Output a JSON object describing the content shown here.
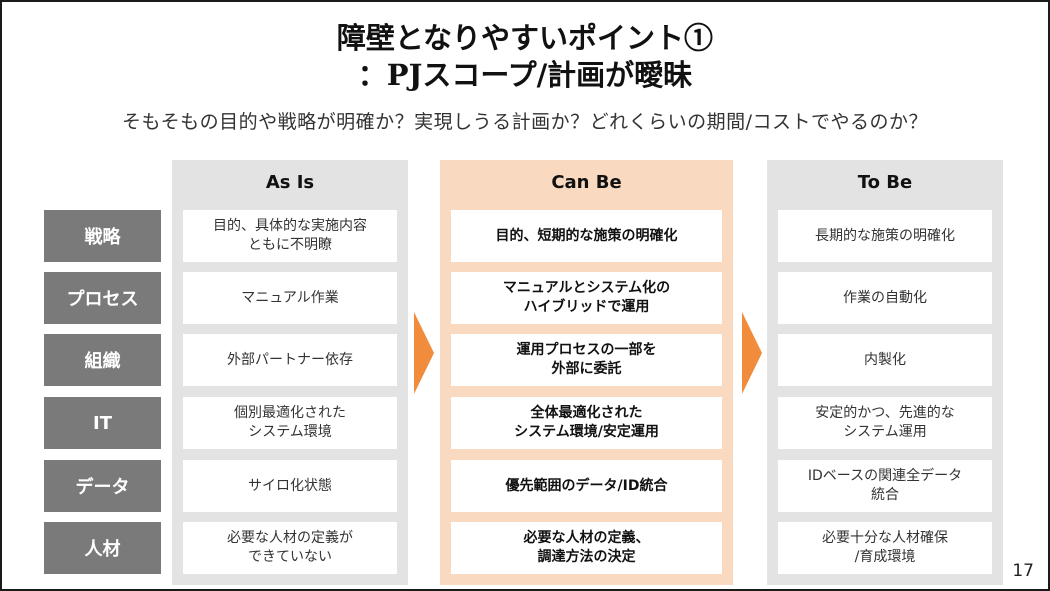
{
  "title": {
    "line1": "障壁となりやすいポイント①",
    "line2": "：PJスコープ/計画が曖昧"
  },
  "subtitle": "そもそもの目的や戦略が明確か？実現しうる計画か？どれくらいの期間/コストでやるのか？",
  "columns": {
    "as_is": "As Is",
    "can_be": "Can Be",
    "to_be": "To Be"
  },
  "rows": [
    {
      "label": "戦略",
      "as_is": "目的、具体的な実施内容\nともに不明瞭",
      "can_be": "目的、短期的な施策の明確化",
      "to_be": "長期的な施策の明確化"
    },
    {
      "label": "プロセス",
      "as_is": "マニュアル作業",
      "can_be": "マニュアルとシステム化の\nハイブリッドで運用",
      "to_be": "作業の自動化"
    },
    {
      "label": "組織",
      "as_is": "外部パートナー依存",
      "can_be": "運用プロセスの一部を\n外部に委託",
      "to_be": "内製化"
    },
    {
      "label": "IT",
      "as_is": "個別最適化された\nシステム環境",
      "can_be": "全体最適化された\nシステム環境/安定運用",
      "to_be": "安定的かつ、先進的な\nシステム運用"
    },
    {
      "label": "データ",
      "as_is": "サイロ化状態",
      "can_be": "優先範囲のデータ/ID統合",
      "to_be": "IDベースの関連全データ\n統合"
    },
    {
      "label": "人材",
      "as_is": "必要な人材の定義が\nできていない",
      "can_be": "必要な人材の定義、\n調達方法の決定",
      "to_be": "必要十分な人材確保\n/育成環境"
    }
  ],
  "page_number": "17",
  "colors": {
    "arrow": "#f08c3c",
    "can_be_bg": "#fad9c1",
    "side_column_bg": "#e3e3e3",
    "row_label_bg": "#7a7a7a"
  },
  "icons": {
    "arrow": "chevron-right-arrow-icon"
  }
}
